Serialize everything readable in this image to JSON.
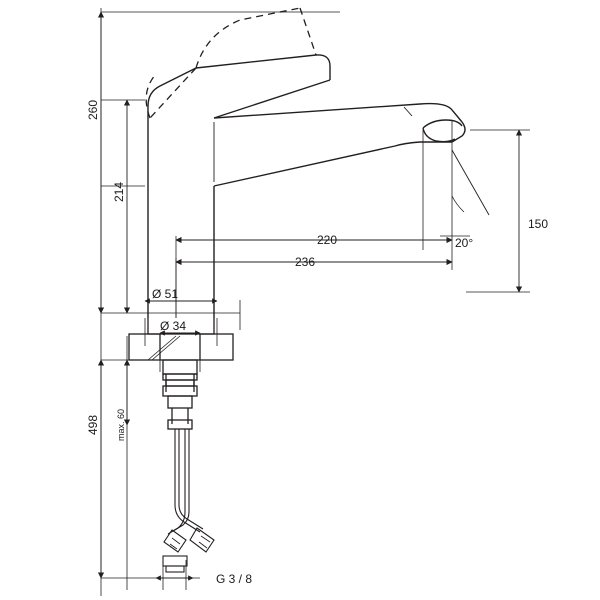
{
  "drawing": {
    "title": "Kitchen mixer tap technical dimension drawing",
    "units": "mm",
    "line_color": "#231f20",
    "background": "#ffffff"
  },
  "dimensions": {
    "overall_height": "260",
    "spout_height": "214",
    "reach_long": "236",
    "reach_short": "220",
    "swivel_angle": "20°",
    "spout_projection_height": "150",
    "body_diameter": "Ø 51",
    "base_diameter": "Ø 34",
    "hose_length": "498",
    "max_thickness": "max. 60",
    "connection_thread": "G 3 / 8"
  },
  "labels": [
    {
      "id": "dim-260",
      "text": "260"
    },
    {
      "id": "dim-214",
      "text": "214"
    },
    {
      "id": "dim-220",
      "text": "220"
    },
    {
      "id": "dim-236",
      "text": "236"
    },
    {
      "id": "dim-20deg",
      "text": "20°"
    },
    {
      "id": "dim-150",
      "text": "150"
    },
    {
      "id": "dim-dia51",
      "text": "Ø 51"
    },
    {
      "id": "dim-dia34",
      "text": "Ø 34"
    },
    {
      "id": "dim-498",
      "text": "498"
    },
    {
      "id": "dim-max60",
      "text": "max. 60"
    },
    {
      "id": "dim-thread",
      "text": "G 3 / 8"
    }
  ]
}
